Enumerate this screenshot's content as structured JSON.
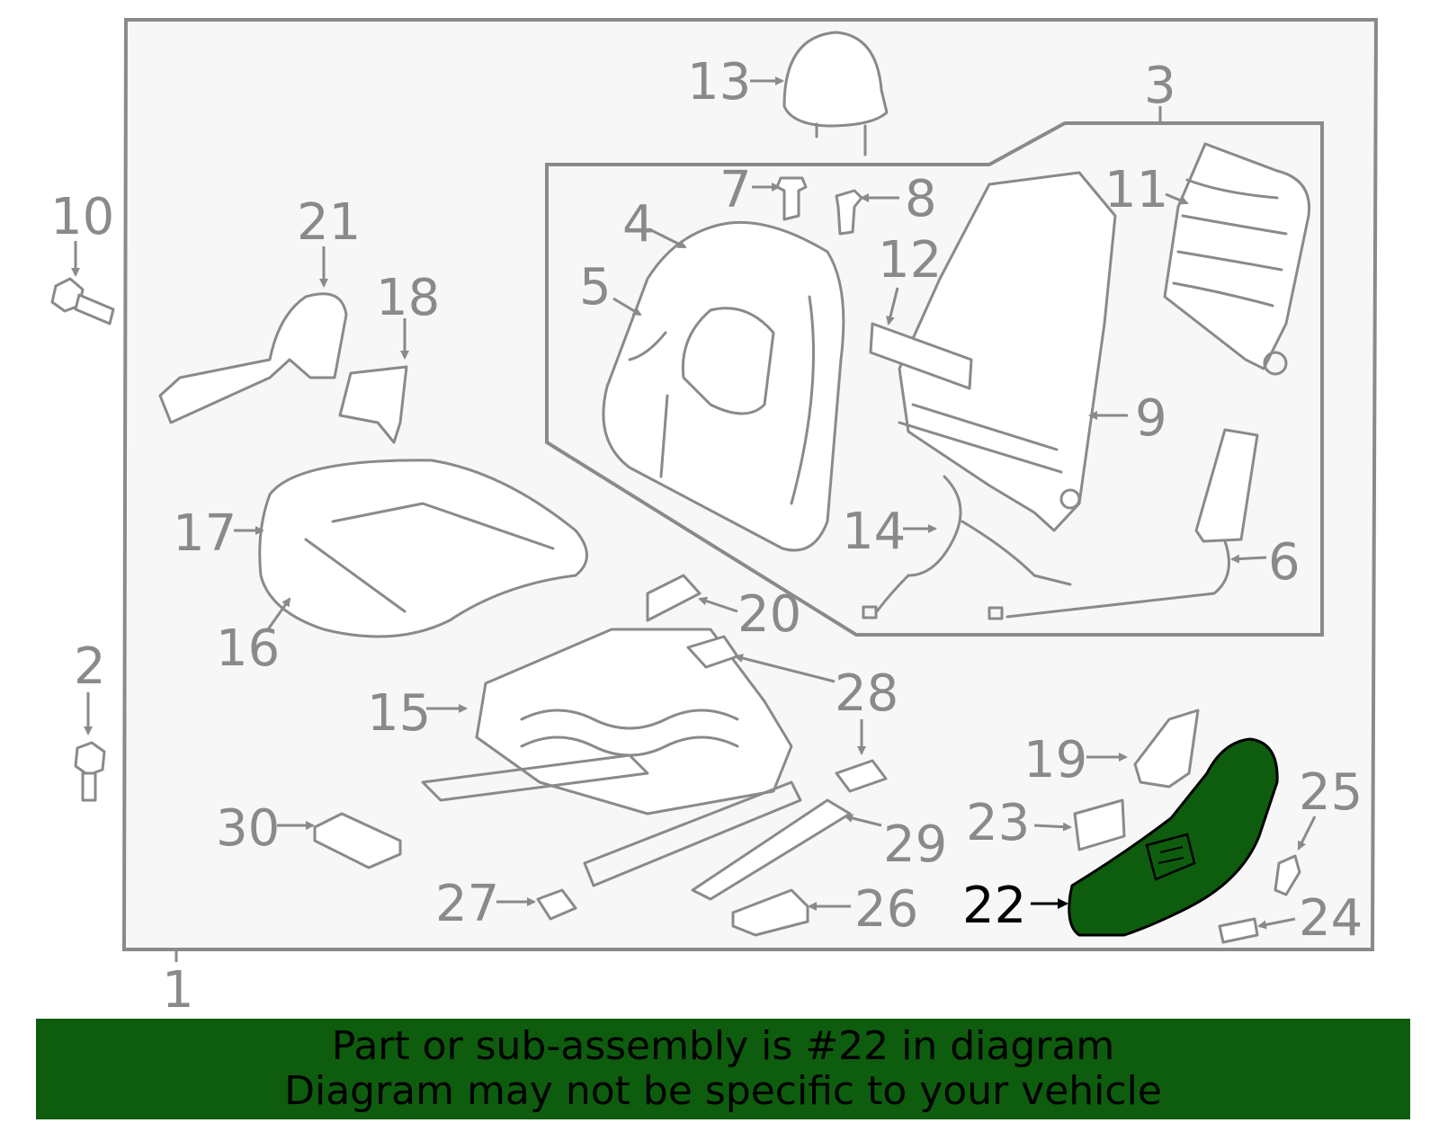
{
  "colors": {
    "frame_fill": "#f7f7f7",
    "line": "#8a8a8a",
    "highlight": "#0e5c0e",
    "banner_bg": "#0e5c0e",
    "banner_text": "#000000"
  },
  "highlighted_part": "22",
  "callouts": {
    "c1": "1",
    "c2": "2",
    "c3": "3",
    "c4": "4",
    "c5": "5",
    "c6": "6",
    "c7": "7",
    "c8": "8",
    "c9": "9",
    "c10": "10",
    "c11": "11",
    "c12": "12",
    "c13": "13",
    "c14": "14",
    "c15": "15",
    "c16": "16",
    "c17": "17",
    "c18": "18",
    "c19": "19",
    "c20": "20",
    "c21": "21",
    "c22": "22",
    "c23": "23",
    "c24": "24",
    "c25": "25",
    "c26": "26",
    "c27": "27",
    "c28": "28",
    "c29": "29",
    "c30": "30"
  },
  "banner": {
    "line1": "Part or sub-assembly is #22 in diagram",
    "line2": "Diagram may not be specific to your vehicle"
  }
}
